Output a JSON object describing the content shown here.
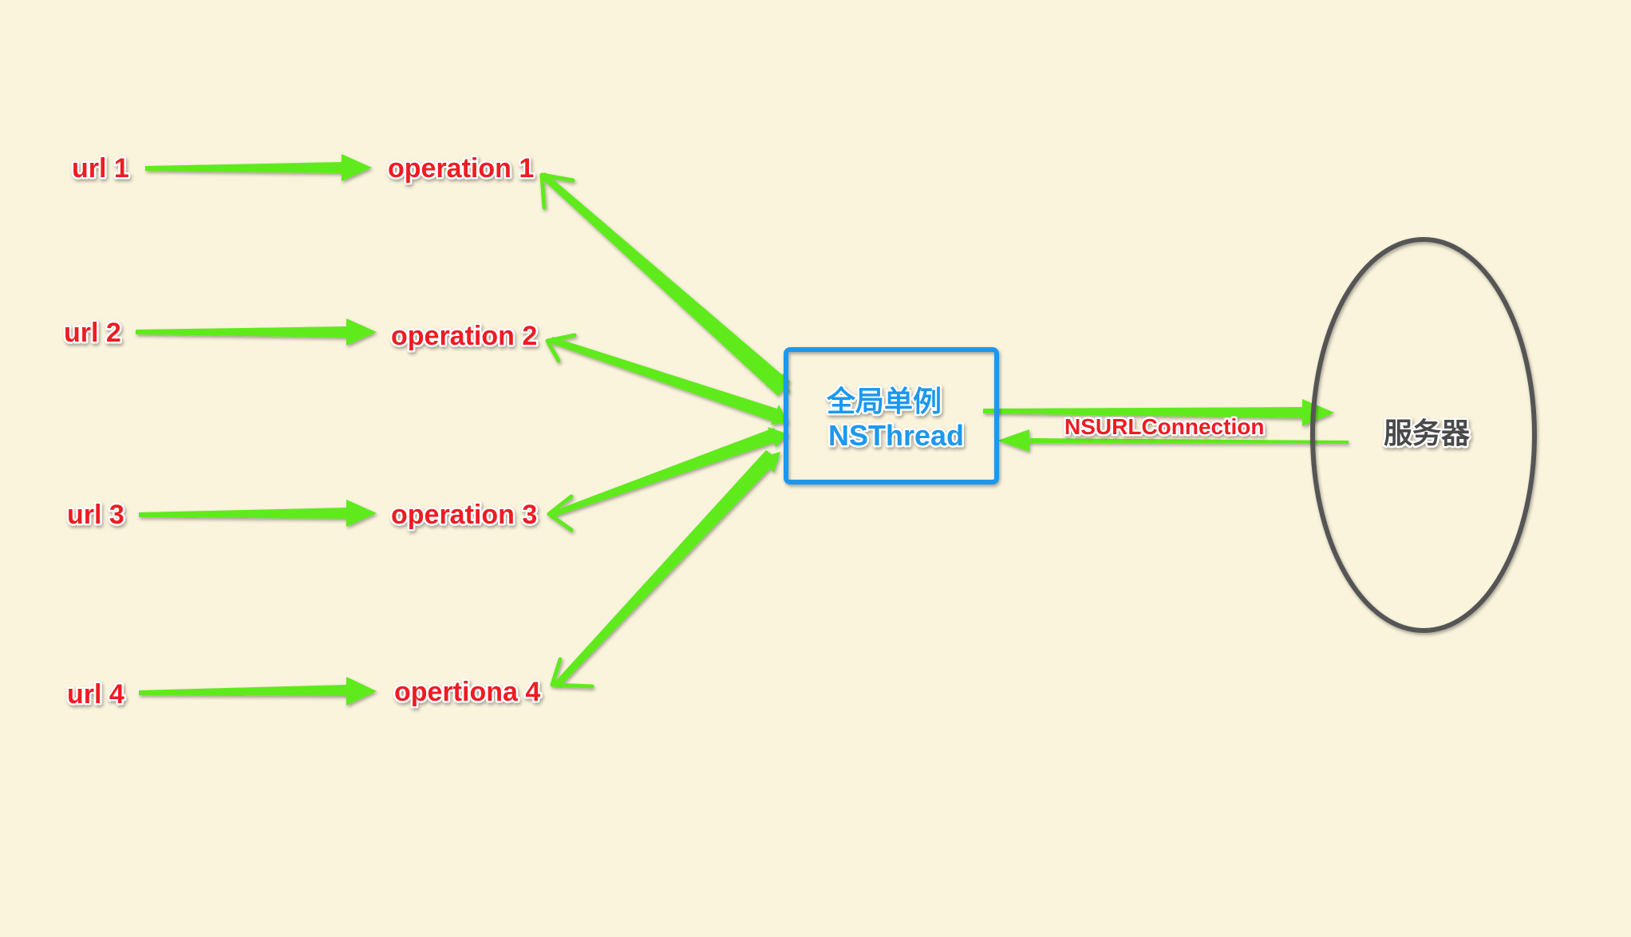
{
  "colors": {
    "background": "#fbf4dd",
    "arrow": "#5fea1d",
    "label": "#ee1c24",
    "box": "#1a98ee",
    "server_ellipse": "#555555",
    "server_text": "#4a4a4a"
  },
  "urls": [
    {
      "label": "url 1"
    },
    {
      "label": "url 2"
    },
    {
      "label": "url 3"
    },
    {
      "label": "url 4"
    }
  ],
  "operations": [
    {
      "label": "operation 1"
    },
    {
      "label": "operation 2"
    },
    {
      "label": "operation 3"
    },
    {
      "label": "opertiona 4"
    }
  ],
  "thread_box": {
    "line1": "全局单例",
    "line2": "NSThread"
  },
  "connection_label": "NSURLConnection",
  "server_label": "服务器"
}
